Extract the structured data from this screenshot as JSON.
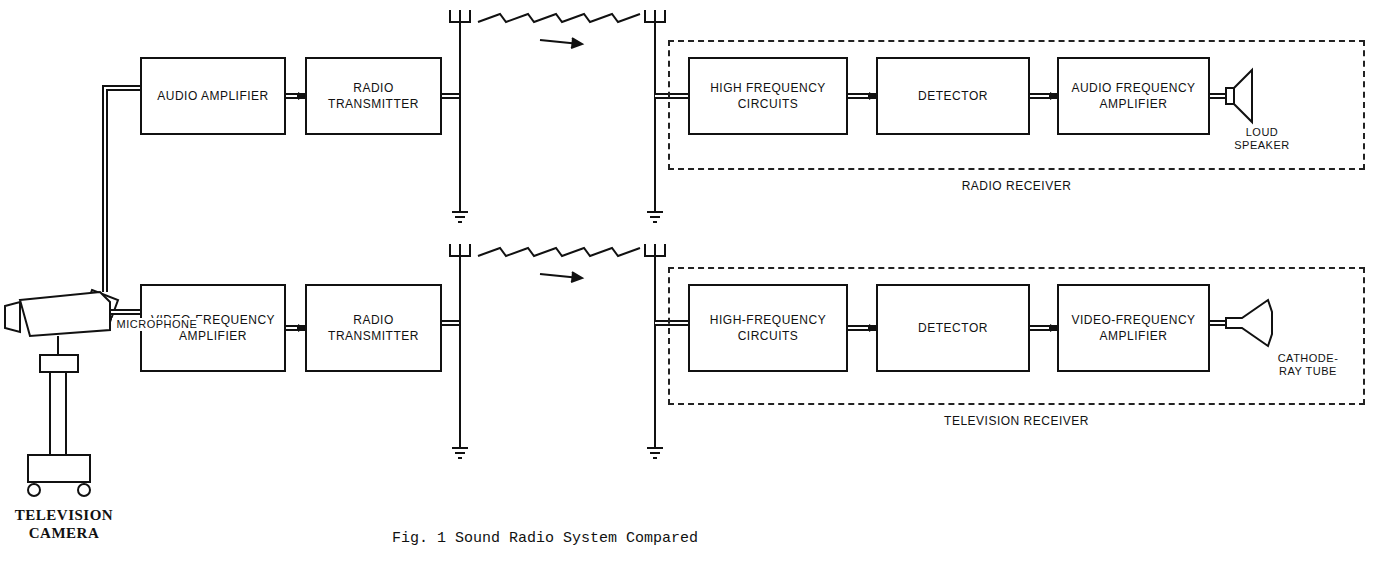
{
  "diagram": {
    "caption": "Fig. 1 Sound Radio System Compared",
    "nodes": [
      {
        "text": [
          "AUDIO AMPLIFIER"
        ]
      },
      {
        "text": [
          "RADIO TRANSMITTER"
        ]
      },
      {
        "text": [
          "RADIO RECEIVER"
        ]
      },
      {
        "text": [
          "HIGH FREQUENCY CIRCUITS"
        ],
        "in": 2
      },
      {
        "text": [
          "DETECTOR"
        ],
        "in": 2
      },
      {
        "text": [
          "AUDIO FREQUENCY AMPLIFIER"
        ],
        "in": 2
      },
      {
        "text": [
          "VIDEO-FREQUENCY AMPLIFIER"
        ]
      },
      {
        "text": [
          "RADIO TRANSMITTER"
        ]
      },
      {
        "text": [
          "TELEVISION RECEIVER"
        ]
      },
      {
        "text": [
          "HIGH-FREQUENCY CIRCUITS"
        ],
        "in": 8
      },
      {
        "text": [
          "DETECTOR"
        ],
        "in": 8
      },
      {
        "text": [
          "VIDEO-FREQUENCY AMPLIFIER"
        ],
        "in": 8
      }
    ],
    "edges": [
      {
        "from": 0,
        "to": 1,
        "arrow": "to"
      },
      {
        "from": 3,
        "to": 4,
        "arrow": "to"
      },
      {
        "from": 4,
        "to": 5,
        "arrow": "to"
      },
      {
        "from": 6,
        "to": 7,
        "arrow": "to"
      },
      {
        "from": 9,
        "to": 10,
        "arrow": "to"
      },
      {
        "from": 10,
        "to": 11,
        "arrow": "to"
      }
    ],
    "labels": [
      "MICROPHONE",
      "LOUD SPEAKER",
      "TELEVISION CAMERA",
      "CATHODE-RAY TUBE"
    ]
  }
}
